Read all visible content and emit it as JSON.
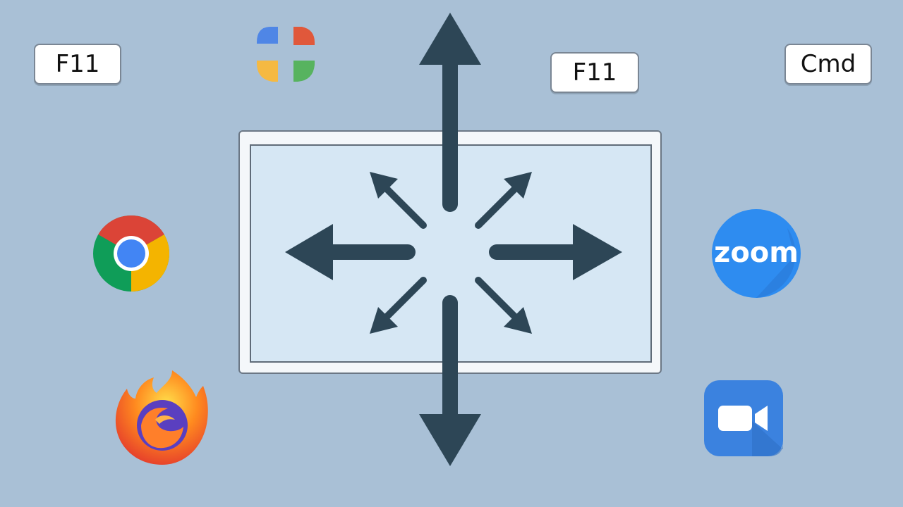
{
  "keys": [
    {
      "label": "F11"
    },
    {
      "label": "F11"
    },
    {
      "label": "Cmd"
    }
  ],
  "logos": {
    "zoom_wordmark": "zoom"
  },
  "icons": [
    "google-grid-icon",
    "chrome-icon",
    "firefox-icon",
    "zoom-logo-icon",
    "zoom-camera-icon",
    "expand-arrows-icon"
  ],
  "colors": {
    "background": "#a9c0d6",
    "arrow": "#2d4656",
    "zoom_blue": "#2e8cf0",
    "chrome_red": "#db4437",
    "chrome_yellow": "#f4b400",
    "chrome_green": "#0f9d58",
    "chrome_blue": "#4285f4"
  }
}
